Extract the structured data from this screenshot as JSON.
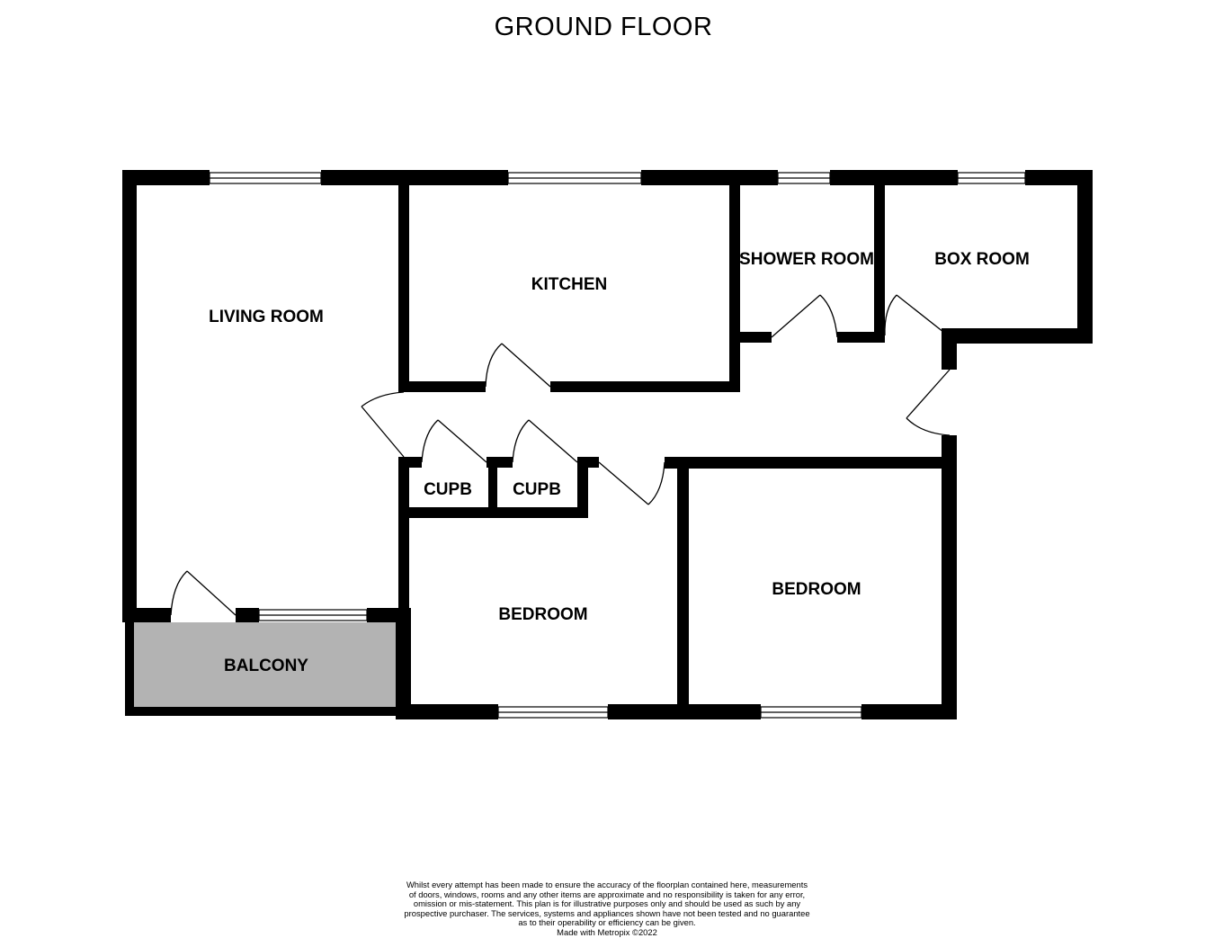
{
  "title": "GROUND FLOOR",
  "rooms": {
    "living_room": "LIVING ROOM",
    "kitchen": "KITCHEN",
    "shower_room": "SHOWER ROOM",
    "box_room": "BOX ROOM",
    "cupboard_1": "CUPB",
    "cupboard_2": "CUPB",
    "bedroom_1": "BEDROOM",
    "bedroom_2": "BEDROOM",
    "balcony": "BALCONY"
  },
  "colors": {
    "wall": "#000000",
    "balcony_fill": "#b3b3b3",
    "background": "#ffffff"
  },
  "disclaimer": {
    "line1": "Whilst every attempt has been made to ensure the accuracy of the floorplan contained here, measurements",
    "line2": "of doors, windows, rooms and any other items are approximate and no responsibility is taken for any error,",
    "line3": "omission or mis-statement. This plan is for illustrative purposes only and should be used as such by any",
    "line4": "prospective purchaser. The services, systems and appliances shown have not been tested and no guarantee",
    "line5": "as to their operability or efficiency can be given.",
    "line6": "Made with Metropix ©2022"
  }
}
